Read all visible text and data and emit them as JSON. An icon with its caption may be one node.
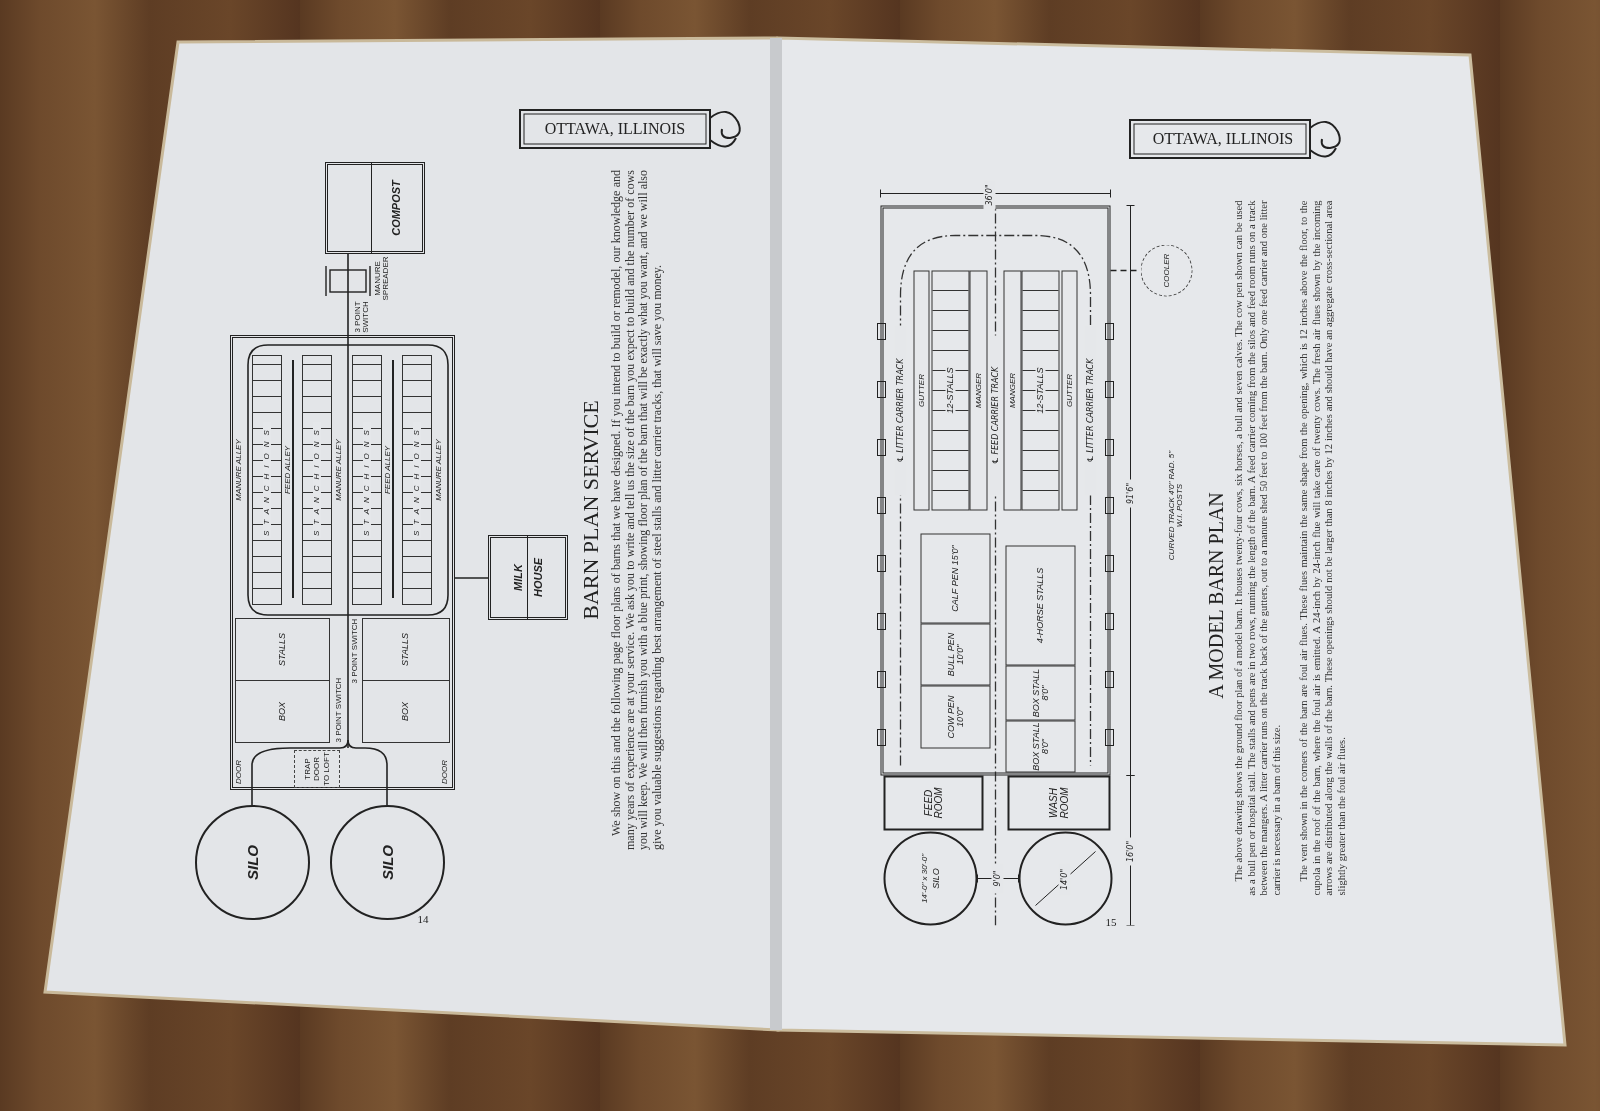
{
  "diagram": {
    "nodes": [
      {
        "text": [],
        "shape": "box"
      },
      {
        "text": [
          "STANCHIONS"
        ],
        "in": 0
      },
      {
        "text": [
          "STANCHIONS"
        ],
        "in": 0
      },
      {
        "text": [
          "STANCHIONS"
        ],
        "in": 0
      },
      {
        "text": [
          "STANCHIONS"
        ],
        "in": 0
      },
      {
        "text": [
          "BOX",
          "STALLS"
        ],
        "in": 0
      },
      {
        "text": [
          "BOX",
          "STALLS"
        ],
        "in": 0
      },
      {
        "text": [
          "TRAP DOOR TO LOFT"
        ],
        "in": 0
      },
      {
        "text": [
          "SILO"
        ]
      },
      {
        "text": [
          "SILO"
        ]
      },
      {
        "text": [
          "COMPOST"
        ]
      },
      {
        "text": [
          "MILK HOUSE"
        ]
      },
      {
        "text": [],
        "shape": "box"
      },
      {
        "text": [
          "GUTTER"
        ],
        "in": 12
      },
      {
        "text": [
          "12-STALLS"
        ],
        "in": 12
      },
      {
        "text": [
          "MANGER"
        ],
        "in": 12
      },
      {
        "text": [
          "MANGER"
        ],
        "in": 12
      },
      {
        "text": [
          "12-STALLS"
        ],
        "in": 12
      },
      {
        "text": [
          "GUTTER"
        ],
        "in": 12
      },
      {
        "text": [
          "CALF PEN 15'0\""
        ],
        "in": 12
      },
      {
        "text": [
          "BULL PEN 10'0\""
        ],
        "in": 12
      },
      {
        "text": [
          "COW PEN 10'0\""
        ],
        "in": 12
      },
      {
        "text": [
          "4-HORSE STALLS"
        ],
        "in": 12
      },
      {
        "text": [
          "BOX STALL 8'0\""
        ],
        "in": 12
      },
      {
        "text": [
          "BOX STALL 8'0\""
        ],
        "in": 12
      },
      {
        "text": [
          "FEED ROOM"
        ]
      },
      {
        "text": [
          "WASH ROOM"
        ]
      },
      {
        "text": [
          "14'-0\" x 30'-0\"",
          "SILO"
        ]
      },
      {
        "text": [],
        "shape": "circle"
      },
      {
        "text": [
          "COOLER"
        ]
      }
    ],
    "edges": [
      {
        "from": 8,
        "to": 0,
        "arrow": "none"
      },
      {
        "from": 9,
        "to": 0,
        "arrow": "none"
      },
      {
        "from": 0,
        "to": 10,
        "arrow": "none"
      },
      {
        "from": 0,
        "to": 11,
        "arrow": "none"
      },
      {
        "from": 12,
        "to": 29,
        "arrow": "none",
        "style": "dashed"
      }
    ],
    "labels": [
      "OTTAWA, ILLINOIS",
      "MANURE SPREADER",
      "3 POINT SWITCH",
      "MANURE ALLEY",
      "FEED ALLEY",
      "MANURE ALLEY",
      "FEED ALLEY",
      "MANURE ALLEY",
      "3 POINT SWITCH",
      "3 POINT SWITCH",
      "DOOR",
      "DOOR",
      "BARN PLAN SERVICE",
      "We show on this and the following page floor plans of barns that we have designed. If you intend to build or remodel, our knowledge and many years of experience are at your service. We ask you to write and tell us the size of the barn you expect to build and the number of cows you will keep. We will then furnish you with a blue print, showing floor plan of the barn that will be exactly what you want, and we will also give you valuable suggestions regarding best arrangement of steel stalls and litter carrier tracks, that will save you money.",
      "14",
      "OTTAWA, ILLINOIS",
      "36'0\"",
      "℄ LITTER CARRIER TRACK",
      "℄ FEED CARRIER TRACK",
      "℄ LITTER CARRIER TRACK",
      "CURVED TRACK 4'0\" RAD. 5\" W.I. POSTS",
      "91'6\"",
      "16'0\"",
      "9'0\"",
      "14'0\"",
      "A MODEL BARN PLAN",
      "The above drawing shows the ground floor plan of a model barn. It houses twenty-four cows, six horses, a bull and seven calves. The cow pen shown can be used as a bull pen or hospital stall. The stalls and pens are in two rows, running the length of the barn. A feed carrier coming from the silos and feed room runs on a track between the mangers. A litter carrier runs on the track back of the gutters, out to a manure shed 50 feet to 100 feet from the barn. Only one feed carrier and one litter carrier is necessary in a barn of this size.",
      "The vent shown in the corners of the barn are foul air flues. These flues maintain the same shape from the opening, which is 12 inches above the floor, to the cupola in the roof of the barn, where the foul air is emitted. A 24-inch by 24-inch flue will take care of twenty cows. The fresh air flues shown by the incoming arrows are distributed along the walls of the barn. These openings should not be larger than 8 inches by 12 inches and should have an aggregate cross-sectional area slightly greater than the foul air flues.",
      "15"
    ]
  }
}
